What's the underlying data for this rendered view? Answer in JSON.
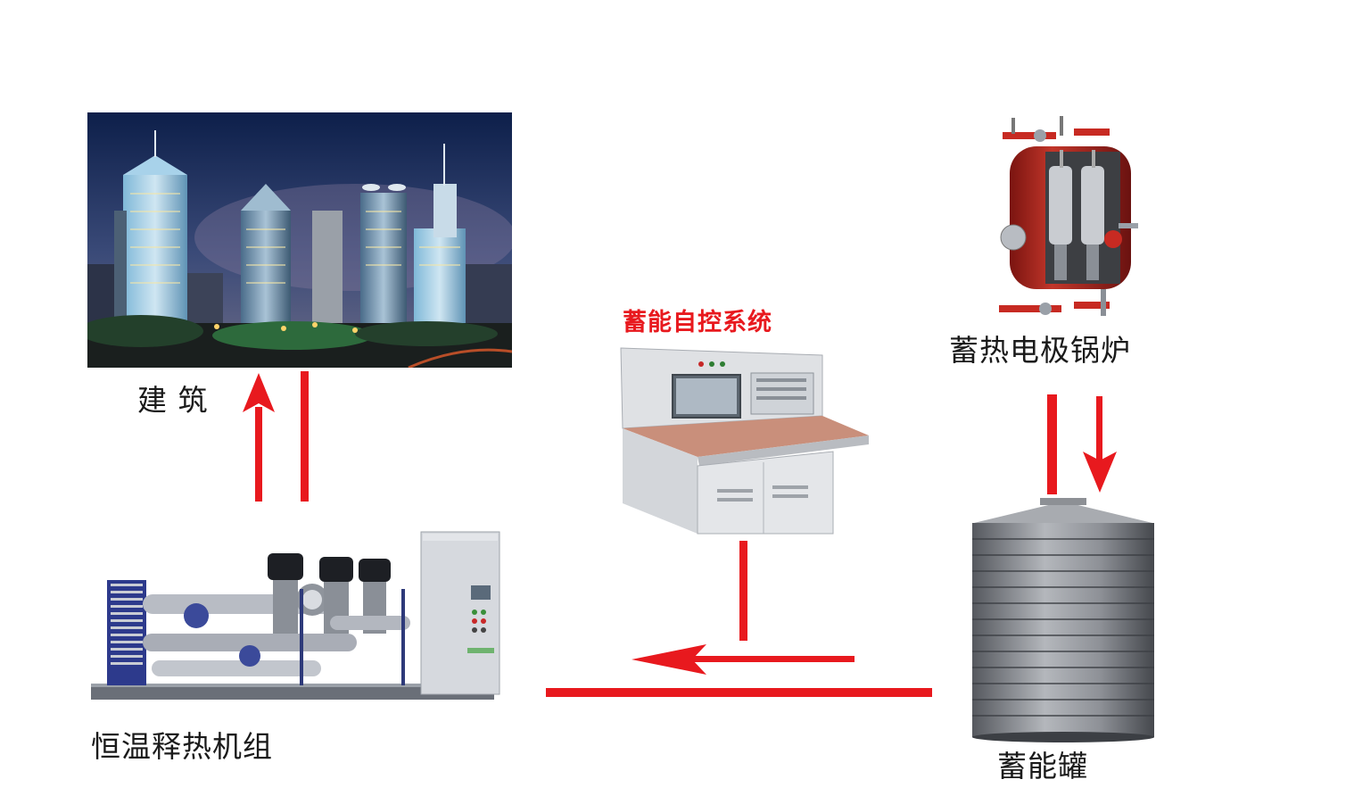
{
  "labels": {
    "building": "建 筑",
    "heat_unit": "恒温释热机组",
    "control_system": "蓄能自控系统",
    "boiler": "蓄热电极锅炉",
    "storage_tank": "蓄能罐"
  },
  "colors": {
    "arrow": "#e8191e",
    "text": "#1a1a1a",
    "title_red": "#e8191e"
  },
  "images": [
    {
      "id": "city-night-skyline",
      "alt": "city skyline at night"
    },
    {
      "id": "heat-exchange-unit",
      "alt": "constant temperature heat release unit"
    },
    {
      "id": "control-console",
      "alt": "control console"
    },
    {
      "id": "electrode-boiler",
      "alt": "electrode boiler cutaway"
    },
    {
      "id": "storage-tank",
      "alt": "energy storage tank"
    }
  ]
}
